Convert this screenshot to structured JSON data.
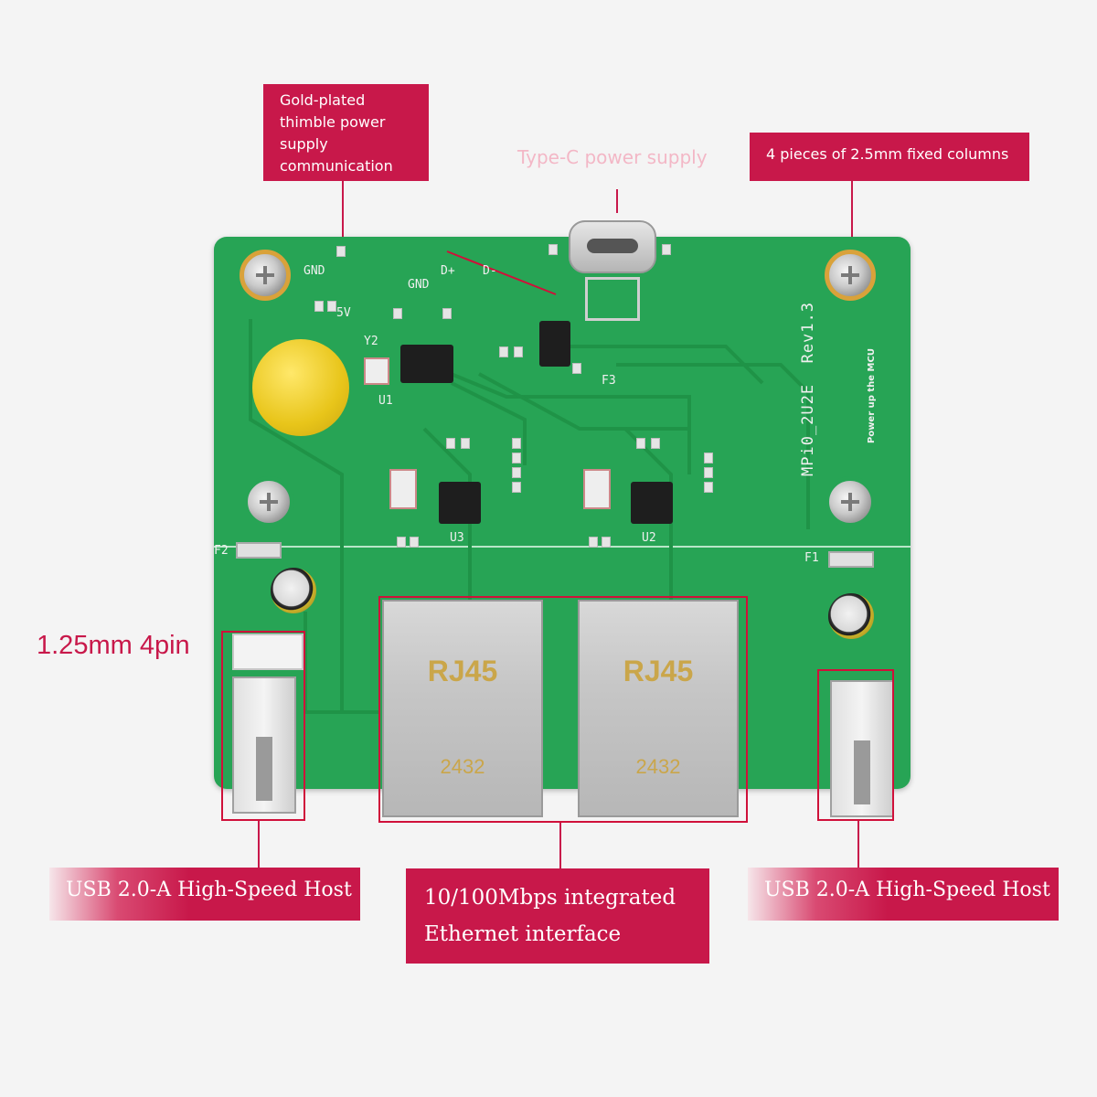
{
  "callouts": {
    "gold_thimble": "Gold-plated\nthimble power\nsupply\ncommunication",
    "typec": "Type-C power supply",
    "columns": "4 pieces of 2.5mm fixed columns",
    "pin": "1.25mm 4pin",
    "usb_left": "USB 2.0-A High-Speed Host",
    "ethernet": "10/100Mbps integrated\nEthernet interface",
    "usb_right": "USB 2.0-A High-Speed Host"
  },
  "board": {
    "model": "MPi0_2U2E  Rev1.3",
    "side_note": "Power up the MCU",
    "silk_gnd1": "GND",
    "silk_5v": "5V",
    "silk_dplus": "D+",
    "silk_dminus": "D-",
    "silk_gnd2": "GND",
    "silk_y2": "Y2",
    "silk_u1": "U1",
    "silk_u3": "U3",
    "silk_u2": "U2",
    "silk_f3": "F3",
    "silk_f2": "F2",
    "silk_f1": "F1",
    "rj45_left_label": "RJ45",
    "rj45_left_code": "2432",
    "rj45_right_label": "RJ45",
    "rj45_right_code": "2432"
  },
  "colors": {
    "accent": "#c8184a",
    "pcb": "#27a455"
  }
}
